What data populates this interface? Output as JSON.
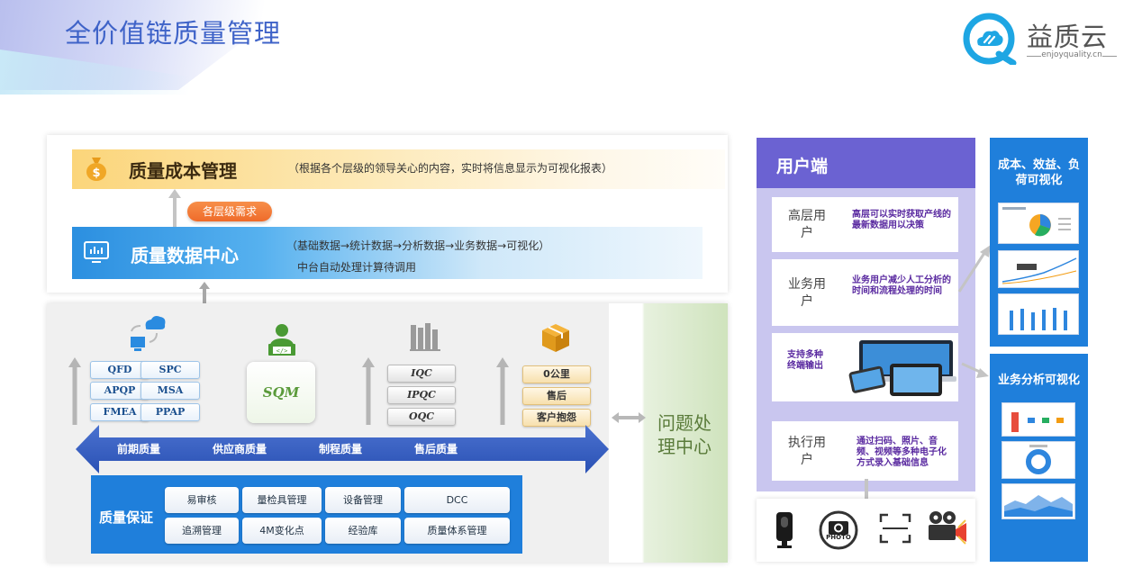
{
  "header": {
    "title": "全价值链质量管理",
    "logo_text": "益质云",
    "logo_url": "enjoyquality.cn"
  },
  "top_panel": {
    "cost": {
      "title": "质量成本管理",
      "desc": "（根据各个层级的领导关心的内容，实时将信息显示为可视化报表）"
    },
    "demand_pill": "各层级需求",
    "data_center": {
      "title": "质量数据中心",
      "desc1": "（基础数据→统计数据→分析数据→业务数据→可视化）",
      "desc2": "中台自动处理计算待调用"
    }
  },
  "bottom_panel": {
    "pre_boxes": [
      "QFD",
      "SPC",
      "APQP",
      "MSA",
      "FMEA",
      "PPAP"
    ],
    "sqm": "SQM",
    "process_boxes": [
      "IQC",
      "IPQC",
      "OQC"
    ],
    "after_boxes": [
      "0公里",
      "售后",
      "客户抱怨"
    ],
    "stages": [
      "前期质量",
      "供应商质量",
      "制程质量",
      "售后质量"
    ],
    "issue_center": "问题处理中心",
    "qa": {
      "title": "质量保证",
      "items": [
        "易审核",
        "量检具管理",
        "设备管理",
        "DCC",
        "追溯管理",
        "4M变化点",
        "经验库",
        "质量体系管理"
      ]
    }
  },
  "user_panel": {
    "title": "用户端",
    "roles": [
      {
        "name": "高层用户",
        "desc": "高层可以实时获取产线的最新数据用以决策"
      },
      {
        "name": "业务用户",
        "desc": "业务用户减少人工分析的时间和流程处理的时间"
      },
      {
        "name": "",
        "desc": "支持多种终端输出"
      },
      {
        "name": "执行用户",
        "desc": "通过扫码、照片、音频、视频等多种电子化方式录入基础信息"
      }
    ],
    "photo_label": "PHOTO"
  },
  "side": {
    "top_title": "成本、效益、负荷可视化",
    "bottom_title": "业务分析可视化"
  },
  "colors": {
    "accent_blue": "#1f7fdb",
    "user_purple": "#6b62d2",
    "title_blue": "#3f63c8",
    "orange": "#ef6b2a"
  }
}
